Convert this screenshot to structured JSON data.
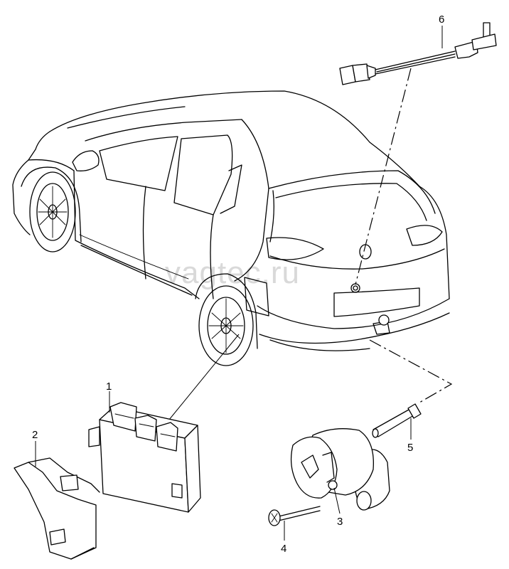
{
  "watermark": "vagtec.ru",
  "callouts": {
    "c1": "1",
    "c2": "2",
    "c3": "3",
    "c4": "4",
    "c5": "5",
    "c6": "6"
  }
}
